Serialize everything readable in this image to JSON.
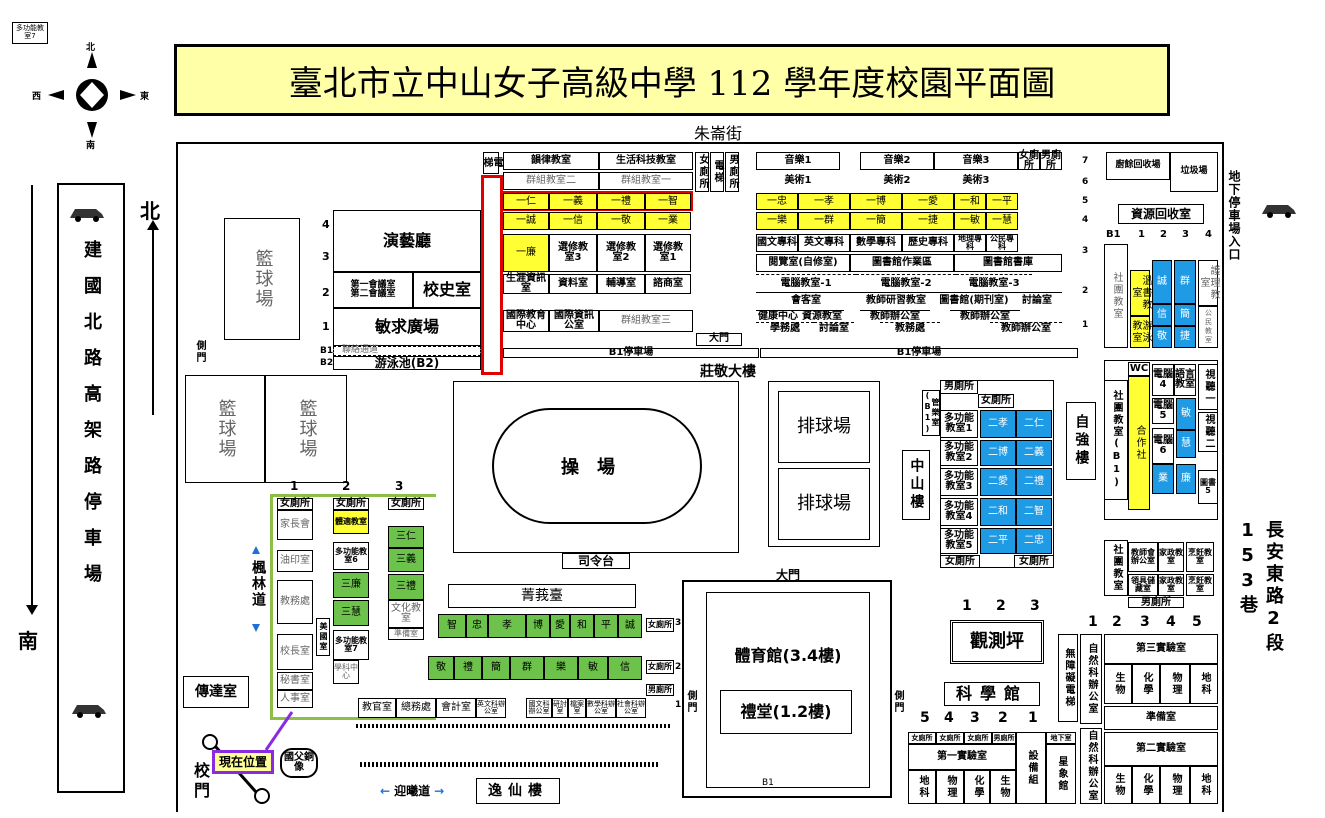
{
  "title": "臺北市立中山女子高級中學 112 學年度校園平面圖",
  "corner_label": "多功能教室7",
  "compass": {
    "n": "北",
    "s": "南",
    "w": "西",
    "e": "東"
  },
  "streets": {
    "top": "朱崙街",
    "left": "建國北路高架路停車場",
    "right": "長安東路2段153巷",
    "underground_entrance": "地下停車場入口"
  },
  "side_dirs": {
    "north": "北",
    "south": "南"
  },
  "floors_left": [
    "4",
    "3",
    "2",
    "1",
    "B1",
    "B2"
  ],
  "floors_right": [
    "7",
    "6",
    "5",
    "4",
    "3",
    "2",
    "1"
  ],
  "west_wing": {
    "performance_hall": "演藝廳",
    "meeting": "第一會議室\n第二會議室",
    "history": "校史室",
    "plaza": "敏求廣場",
    "pool": "游泳池(B2)",
    "walkway": "聯絡通道",
    "side_gate": "側門"
  },
  "main_building": {
    "name": "莊敬大樓",
    "gate": "大門",
    "b1_park": "B1停車場",
    "elevator": "電梯",
    "stair": "樓梯",
    "female_wc": "女廁所",
    "male_wc": "男廁所",
    "row7": [
      "韻律教室",
      "生活科技教室"
    ],
    "row6": [
      "群組教室二",
      "群組教室一"
    ],
    "row5": [
      "一仁",
      "一義",
      "一禮",
      "一智"
    ],
    "row4": [
      "一誠",
      "一信",
      "一敬",
      "一業"
    ],
    "row3": [
      "一廉",
      "選修教室3",
      "選修教室2",
      "選修教室1"
    ],
    "row2": [
      "生涯資訊室",
      "資料室",
      "輔導室",
      "諮商室"
    ],
    "row1": [
      "國際教育中心",
      "國際資訊公室",
      "群組教室三"
    ],
    "east7": [
      "音樂1",
      "音樂2",
      "音樂3",
      "女廁所",
      "男廁所"
    ],
    "east6": [
      "美術1",
      "美術2",
      "美術3"
    ],
    "east5": [
      "一忠",
      "一孝",
      "一博",
      "一愛",
      "一和",
      "一平"
    ],
    "east4": [
      "一樂",
      "一群",
      "一簡",
      "一捷",
      "一敏",
      "一慧"
    ],
    "east3": [
      "國文專科",
      "英文專科",
      "數學專科",
      "歷史專科",
      "地理專科",
      "公民專科"
    ],
    "east3b": [
      "閱覽室(自修室)",
      "圖書館作業區",
      "圖書館書庫"
    ],
    "east2": [
      "電腦教室-1",
      "電腦教室-2",
      "電腦教室-3"
    ],
    "east2b": [
      "會客室",
      "教師研習教室",
      "圖書館(期刊室)",
      "討論室"
    ],
    "east1": [
      "健康中心",
      "資源教室",
      "教師辦公室",
      "教師辦公室"
    ],
    "east1b": [
      "學務處",
      "討論室",
      "教務處",
      "教師辦公室"
    ]
  },
  "fields": {
    "bball1": "籃球場",
    "bball2": "籃球場",
    "bball3": "籃球場",
    "track": "操場",
    "stage": "司令台",
    "volley1": "排球場",
    "volley2": "排球場"
  },
  "zhongshan": {
    "name": "中山樓",
    "rooms": [
      "多功能教室1",
      "多功能教室2",
      "多功能教室3",
      "多功能教室4",
      "多功能教室5"
    ],
    "blue": [
      "二孝",
      "二仁",
      "二博",
      "二義",
      "二愛",
      "二禮",
      "二和",
      "二智",
      "二平",
      "二忠"
    ],
    "music": "管樂室(B1)",
    "wc": [
      "男廁所",
      "女廁所",
      "女廁所",
      "女廁所"
    ]
  },
  "ziqiang": {
    "name": "自強樓"
  },
  "recycle": {
    "kitchen": "廚餘回收場",
    "garbage": "垃圾場",
    "resource": "資源回收室"
  },
  "east_block": {
    "floors": [
      "B1",
      "1",
      "2",
      "3",
      "4"
    ],
    "club": "社團教室",
    "blue": [
      "誠",
      "群",
      "信",
      "簡",
      "敬",
      "捷"
    ],
    "yellow": [
      "溫書教室",
      "游泳教室"
    ],
    "right": [
      "護理教室",
      "公民教室"
    ],
    "lower": [
      "WC",
      "電腦4",
      "語言教室",
      "視聽一",
      "電腦5",
      "敏",
      "視聽二",
      "電腦6",
      "慧",
      "業",
      "廉",
      "圖書5",
      "合作社",
      "社團教室(B1)"
    ],
    "bottom": [
      "教師會辦公室",
      "家政教室",
      "烹飪教室",
      "領具儲藏室",
      "家政教室",
      "烹飪教室",
      "男廁所"
    ]
  },
  "maple": {
    "name": "楓林道",
    "col1": [
      "女廁所",
      "家長會",
      "油印室",
      "教務處",
      "校長室",
      "秘書室",
      "人事室"
    ],
    "col2": [
      "女廁所",
      "體適教室",
      "多功能教室6",
      "三廉",
      "三慧",
      "多功能教室7",
      "學科中心"
    ],
    "col3": [
      "女廁所",
      "三仁",
      "三義",
      "三禮",
      "文化教室",
      "準備室"
    ],
    "nums": [
      "1",
      "2",
      "3"
    ],
    "lib": "美國室"
  },
  "qingying": {
    "name": "菁莪臺",
    "row3": [
      "智",
      "忠",
      "孝",
      "博",
      "愛",
      "和",
      "平",
      "誠"
    ],
    "row2": [
      "敬",
      "禮",
      "簡",
      "群",
      "樂",
      "敏",
      "信"
    ],
    "row1": [
      "教官室",
      "總務處",
      "會計室",
      "英文科辦公室",
      "國文科辦公室",
      "研討室",
      "檔案室",
      "數學科辦公室",
      "社會科辦公室"
    ],
    "wc": [
      "女廁所",
      "女廁所",
      "男廁所"
    ]
  },
  "gym": {
    "name": "體育館(3.4樓)",
    "hall": "禮堂(1.2樓)",
    "gate": "大門",
    "side": "側門",
    "b1": "B1"
  },
  "science": {
    "observatory": "觀測坪",
    "museum": "科學館",
    "nums_top": [
      "1",
      "2",
      "3"
    ],
    "lab1": "第一實驗室",
    "lab2": "第二實驗室",
    "lab3": "第三實驗室",
    "prep": "準備室",
    "nums_bottom": [
      "5",
      "4",
      "3",
      "2",
      "1"
    ],
    "nums_right": [
      "1",
      "2",
      "3",
      "4",
      "5"
    ],
    "subjects": [
      "地科",
      "物理",
      "化學",
      "生物"
    ],
    "equip": "設備組",
    "planet": "星象館",
    "wc": [
      "女廁所",
      "女廁所",
      "女廁所",
      "男廁所",
      "地下室"
    ],
    "office": "自然科辦公室",
    "office2": "自然科辦公室",
    "elevator": "無障礙電梯"
  },
  "south": {
    "guard": "傳達室",
    "gate": "校門",
    "here": "現在位置",
    "statue": "國父銅像",
    "welcome": "迎曦道",
    "yixian": "逸仙樓"
  },
  "colors": {
    "yellow": "#ffff33",
    "blue": "#1f9be6",
    "green": "#6cc24a",
    "red": "#e00000",
    "title_bg": "#ffffa8"
  }
}
